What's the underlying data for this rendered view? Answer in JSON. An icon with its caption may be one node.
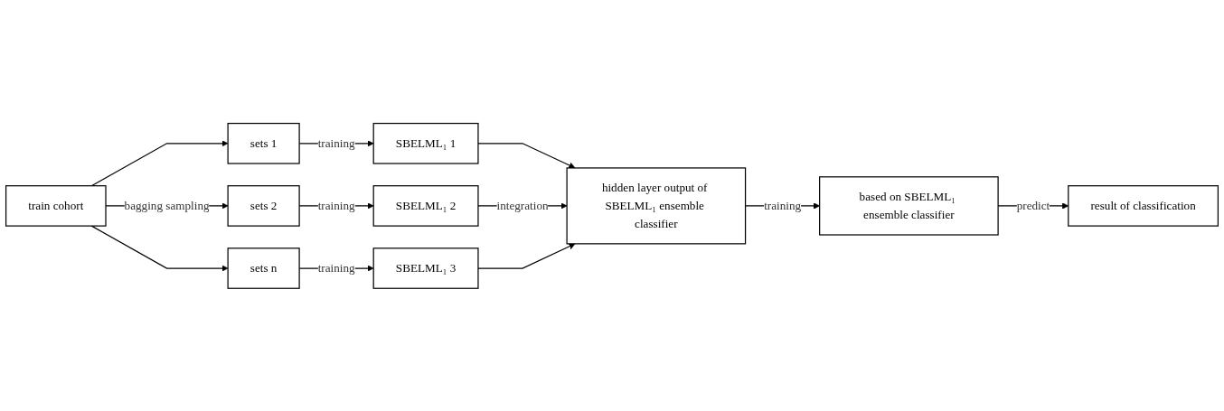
{
  "diagram": {
    "nodes": [
      {
        "text": [
          "train cohort"
        ]
      },
      {
        "text": [
          "sets 1"
        ]
      },
      {
        "text": [
          "sets 2"
        ]
      },
      {
        "text": [
          "sets n"
        ]
      },
      {
        "text": [
          "SBELML₁ 1"
        ]
      },
      {
        "text": [
          "SBELML₁ 2"
        ]
      },
      {
        "text": [
          "SBELML₁ 3"
        ]
      },
      {
        "text": [
          "hidden layer output of SBELML₁ ensemble classifier"
        ]
      },
      {
        "text": [
          "based on SBELML₁ ensemble classifier"
        ]
      },
      {
        "text": [
          "result of classification"
        ]
      }
    ],
    "edges": [
      {
        "from": 0,
        "to": 1,
        "arrow": "to"
      },
      {
        "from": 0,
        "to": 2,
        "arrow": "to",
        "label": "bagging sampling"
      },
      {
        "from": 0,
        "to": 3,
        "arrow": "to"
      },
      {
        "from": 1,
        "to": 4,
        "arrow": "to",
        "label": "training"
      },
      {
        "from": 2,
        "to": 5,
        "arrow": "to",
        "label": "training"
      },
      {
        "from": 3,
        "to": 6,
        "arrow": "to",
        "label": "training"
      },
      {
        "from": 4,
        "to": 7,
        "arrow": "to"
      },
      {
        "from": 5,
        "to": 7,
        "arrow": "to",
        "label": "integration"
      },
      {
        "from": 6,
        "to": 7,
        "arrow": "to"
      },
      {
        "from": 7,
        "to": 8,
        "arrow": "to",
        "label": "training"
      },
      {
        "from": 8,
        "to": 9,
        "arrow": "to",
        "label": "predict"
      }
    ]
  }
}
